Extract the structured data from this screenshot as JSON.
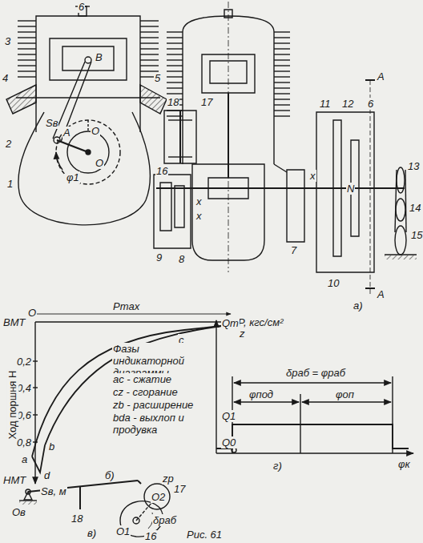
{
  "diagram": {
    "caption": "Рис. 61",
    "labels": [
      "6",
      "3",
      "4",
      "5",
      "В",
      "2",
      "Sв",
      "А",
      "О",
      "1",
      "О",
      "φ1",
      "17",
      "18",
      "16",
      "9",
      "8",
      "7",
      "10",
      "11",
      "12",
      "6",
      "А",
      "А",
      "13",
      "14",
      "15",
      "N",
      "х",
      "х",
      "х",
      "а)",
      "ВМТ",
      "О",
      "Pmax",
      "P, кгс/см²",
      "с",
      "z",
      "0,2",
      "0,4",
      "0,6",
      "0,8",
      "Ход поршня Н",
      "а",
      "b",
      "d",
      "НМТ",
      "Sв, м",
      "б)",
      "Фазы индикаторной диаграммы",
      "ас - сжатие",
      "сz - сгорание",
      "zb - расширение",
      "bda - выхлоп и продувка",
      "Qт",
      "δраб = φраб",
      "φпод",
      "φоп",
      "Q1",
      "Q0",
      "φк",
      "г)",
      "Ов",
      "18",
      "zр",
      "17",
      "О2",
      "δраб",
      "О1",
      "16",
      "в)"
    ]
  }
}
